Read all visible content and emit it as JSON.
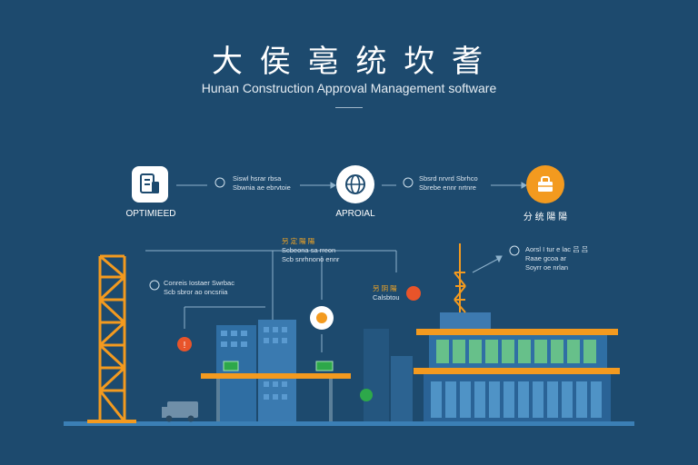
{
  "header": {
    "title": "大 侯 亳 统 坎 耆",
    "subtitle": "Hunan Construction Approval Management software"
  },
  "process": {
    "nodes": [
      {
        "label": "OPTIMIEED"
      },
      {
        "label": "APROIAL"
      },
      {
        "label": "分 统 陽 陽"
      }
    ],
    "notes": [
      {
        "line1": "Siswl hsrar rbsa",
        "line2": "Sbwnia ae ebrvtoie"
      },
      {
        "line1": "Sbsrd nrvrd Sbrhco",
        "line2": "Sbrebe ennr nrtnre"
      }
    ]
  },
  "lower": {
    "notes": [
      {
        "line1": "另 定 陽 陽",
        "line2": "Scbeona sa rreon",
        "line3": "Scb snrhnono ennr"
      },
      {
        "line1": "Conreis Iostaer Swrbac",
        "line2": "Scb sbror ao oncsriia"
      },
      {
        "line1": "另 阴 陽",
        "line2": "Calsbtou"
      },
      {
        "line1": "Aorsl I tur e  lac 吕 吕",
        "line2": "Raae gcoa ar",
        "line3": "Soyrr oe nrlan"
      }
    ]
  },
  "colors": {
    "background": "#1d4a6e",
    "accent_orange": "#f39a1f",
    "status_green": "#2da84a",
    "alert_red": "#e8542a"
  }
}
